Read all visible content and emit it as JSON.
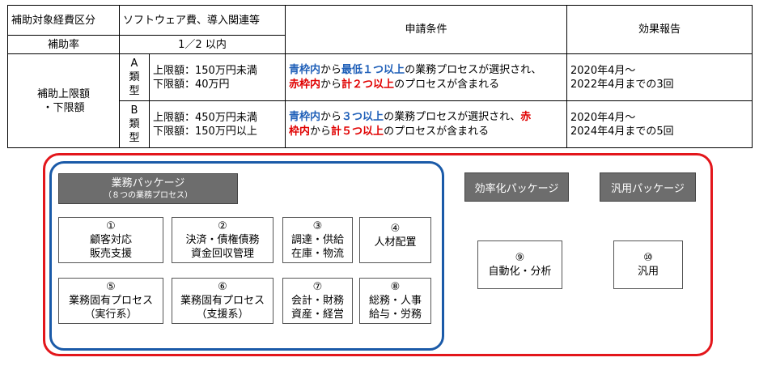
{
  "table": {
    "row1": {
      "label": "補助対象経費区分",
      "value": "ソフトウェア費、導入関連等",
      "header_conditions": "申請条件",
      "header_report": "効果報告"
    },
    "row2": {
      "label": "補助率",
      "value": "1／2 以内"
    },
    "limit_label_line1": "補助上限額",
    "limit_label_line2": "・下限額",
    "type_a": {
      "letter": "A",
      "type_char1": "類",
      "type_char2": "型",
      "amount_line1": "上限額：150万円未満",
      "amount_line2": "下限額：40万円",
      "cond": {
        "p1": "青枠内",
        "p2": "から",
        "p3": "最低１つ以上",
        "p4": "の業務プロセスが選択され、",
        "p5": "赤枠内",
        "p6": "から",
        "p7": "計２つ以上",
        "p8": "のプロセスが含まれる"
      },
      "report_line1": "2020年4月～",
      "report_line2": "2022年4月までの3回"
    },
    "type_b": {
      "letter": "B",
      "type_char1": "類",
      "type_char2": "型",
      "amount_line1": "上限額：450万円未満",
      "amount_line2": "下限額：150万円以上",
      "cond": {
        "p1": "青枠内",
        "p2": "から",
        "p3": "３つ以上",
        "p4": "の業務プロセスが選択され、",
        "p5": "赤",
        "p6": "枠内",
        "p7": "から",
        "p8": "計５つ以上",
        "p9": "のプロセスが含まれる"
      },
      "report_line1": "2020年4月～",
      "report_line2": "2024年4月までの5回"
    }
  },
  "diagram": {
    "main_package": {
      "title": "業務パッケージ",
      "subtitle": "（８つの業務プロセス）"
    },
    "efficiency_package": "効率化パッケージ",
    "general_package": "汎用パッケージ",
    "processes": [
      {
        "num": "①",
        "line1": "顧客対応",
        "line2": "販売支援"
      },
      {
        "num": "②",
        "line1": "決済・債権債務",
        "line2": "資金回収管理"
      },
      {
        "num": "③",
        "line1": "調達・供給",
        "line2": "在庫・物流"
      },
      {
        "num": "④",
        "line1": "人材配置",
        "line2": ""
      },
      {
        "num": "⑤",
        "line1": "業務固有プロセス",
        "line2": "（実行系）"
      },
      {
        "num": "⑥",
        "line1": "業務固有プロセス",
        "line2": "（支援系）"
      },
      {
        "num": "⑦",
        "line1": "会計・財務",
        "line2": "資産・経営"
      },
      {
        "num": "⑧",
        "line1": "総務・人事",
        "line2": "給与・労務"
      },
      {
        "num": "⑨",
        "line1": "自動化・分析",
        "line2": ""
      },
      {
        "num": "⑩",
        "line1": "汎用",
        "line2": ""
      }
    ]
  },
  "colors": {
    "blue_frame": "#1a5aa8",
    "red_frame": "#e3161b",
    "blue_text": "#1f5fb8",
    "red_text": "#e00000",
    "header_fill": "#6d6d6d"
  }
}
